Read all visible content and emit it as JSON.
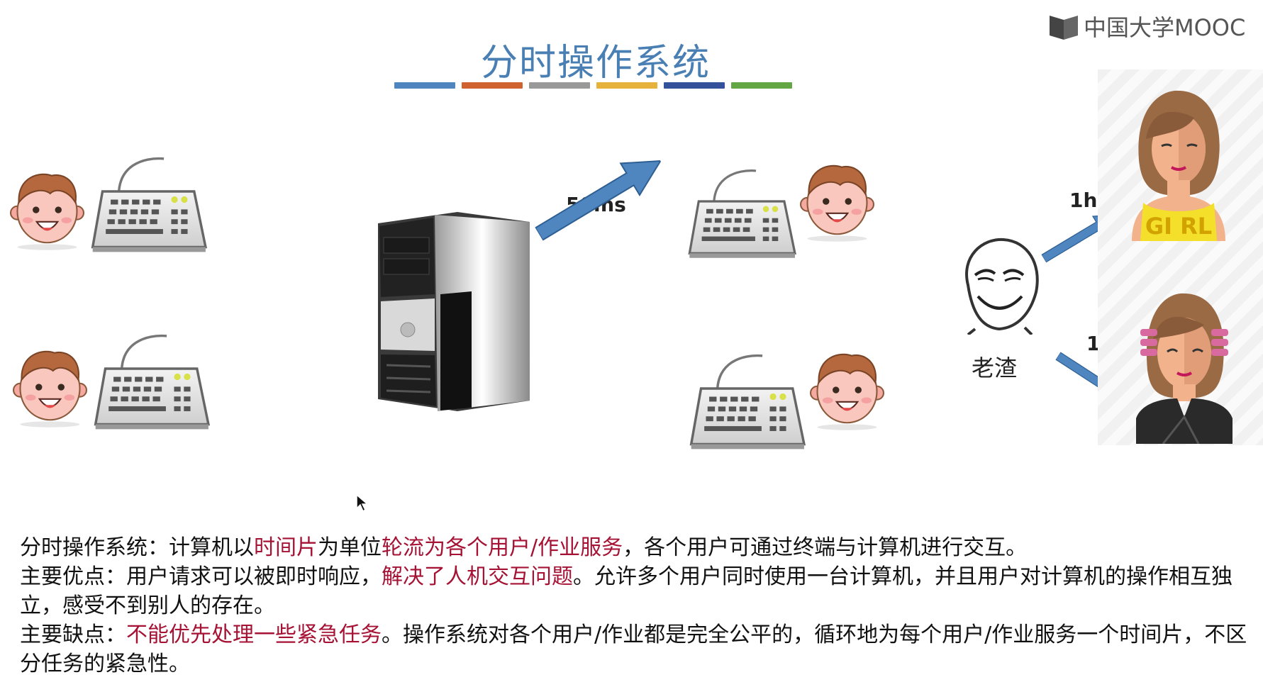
{
  "slide": {
    "title": "分时操作系统",
    "title_color": "#4a7fb4",
    "logo_text": "中国大学MOOC",
    "color_bars": [
      "#4f86bf",
      "#d0622f",
      "#999999",
      "#e6b23c",
      "#34529c",
      "#63a744"
    ],
    "labels": {
      "server_arrow": "50ms",
      "upper_arrow": "1h",
      "lower_arrow": "1h",
      "guy": "老渣",
      "girl_shirt": "GI RL"
    }
  },
  "desc": {
    "line1": {
      "a": "分时操作系统：计算机以",
      "b": "时间片",
      "c": "为单位",
      "d": "轮流为各个用户/作业服务",
      "e": "，各个用户可通过终端与计算机进行交互。"
    },
    "line2": {
      "a": "主要优点：用户请求可以被即时响应，",
      "b": "解决了人机交互问题",
      "c": "。允许多个用户同时使用一台计算机，并且用户对计算机的操作相互独立，感受不到别人的存在。"
    },
    "line3": {
      "a": "主要缺点：",
      "b": "不能优先处理一些紧急任务",
      "c": "。操作系统对各个用户/作业都是完全公平的，循环地为每个用户/作业服务一个时间片，不区分任务的紧急性。"
    },
    "highlight_color": "#a51234"
  }
}
